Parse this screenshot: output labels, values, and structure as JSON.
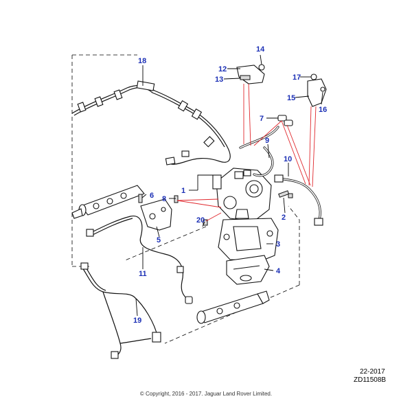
{
  "callouts": [
    {
      "id": "c1",
      "label": "1"
    },
    {
      "id": "c2",
      "label": "2"
    },
    {
      "id": "c3",
      "label": "3"
    },
    {
      "id": "c4",
      "label": "4"
    },
    {
      "id": "c5",
      "label": "5"
    },
    {
      "id": "c6",
      "label": "6"
    },
    {
      "id": "c7",
      "label": "7"
    },
    {
      "id": "c8",
      "label": "8"
    },
    {
      "id": "c9",
      "label": "9"
    },
    {
      "id": "c10",
      "label": "10"
    },
    {
      "id": "c11",
      "label": "11"
    },
    {
      "id": "c12",
      "label": "12"
    },
    {
      "id": "c13",
      "label": "13"
    },
    {
      "id": "c14",
      "label": "14"
    },
    {
      "id": "c15",
      "label": "15"
    },
    {
      "id": "c16",
      "label": "16"
    },
    {
      "id": "c17",
      "label": "17"
    },
    {
      "id": "c18",
      "label": "18"
    },
    {
      "id": "c19",
      "label": "19"
    },
    {
      "id": "c20",
      "label": "20"
    }
  ],
  "reference": {
    "date": "22-2017",
    "code": "ZD11508B"
  },
  "copyright": "© Copyright, 2016 - 2017. Jaguar Land Rover Limited.",
  "colors": {
    "callout": "#1b2fb5",
    "red_leader": "#e0262b"
  }
}
